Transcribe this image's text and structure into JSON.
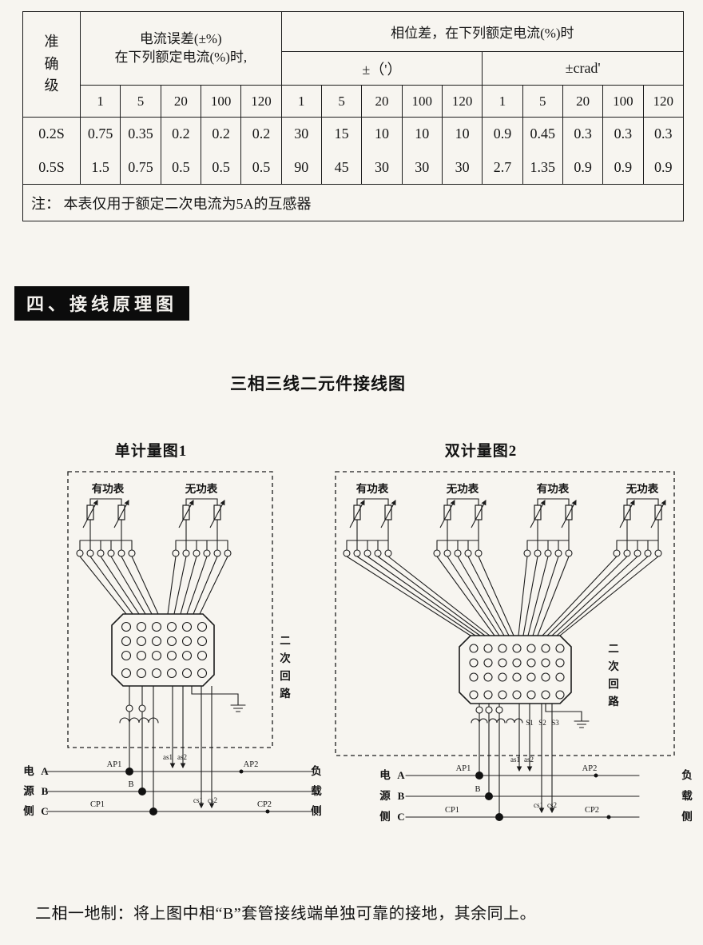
{
  "page": {
    "background": "#f7f5f0",
    "ink": "#1a1a1a"
  },
  "table": {
    "accuracy_header": "准\n确\n级",
    "current_error_header": "电流误差(±%)\n在下列额定电流(%)时,",
    "phase_header": "相位差，在下列额定电流(%)时",
    "minutes_header": "±（'）",
    "crad_header": "±crad'",
    "percent": [
      "1",
      "5",
      "20",
      "100",
      "120"
    ],
    "rows": [
      {
        "accuracy": "0.2S",
        "ce": [
          "0.75",
          "0.35",
          "0.2",
          "0.2",
          "0.2"
        ],
        "min": [
          "30",
          "15",
          "10",
          "10",
          "10"
        ],
        "crad": [
          "0.9",
          "0.45",
          "0.3",
          "0.3",
          "0.3"
        ]
      },
      {
        "accuracy": "0.5S",
        "ce": [
          "1.5",
          "0.75",
          "0.5",
          "0.5",
          "0.5"
        ],
        "min": [
          "90",
          "45",
          "30",
          "30",
          "30"
        ],
        "crad": [
          "2.7",
          "1.35",
          "0.9",
          "0.9",
          "0.9"
        ]
      }
    ],
    "note": "注： 本表仅用于额定二次电流为5A的互感器"
  },
  "section_heading": "四、接线原理图",
  "diagram": {
    "title": "三相三线二元件接线图",
    "left": {
      "caption": "单计量图1",
      "meters": [
        "有功表",
        "无功表"
      ],
      "loop": [
        "二",
        "次",
        "回",
        "路"
      ],
      "src": [
        "电",
        "源",
        "侧"
      ],
      "phases": [
        "A",
        "B",
        "C"
      ],
      "load": [
        "负",
        "载",
        "侧"
      ],
      "t": {
        "AP1": "AP1",
        "AP2": "AP2",
        "B": "B",
        "CP1": "CP1",
        "CP2": "CP2",
        "as1": "as1",
        "as2": "as2",
        "cs1": "cs1",
        "cs2": "cs2"
      }
    },
    "right": {
      "caption": "双计量图2",
      "meters": [
        "有功表",
        "无功表",
        "有功表",
        "无功表"
      ],
      "loop": [
        "二",
        "次",
        "回",
        "路"
      ],
      "src": [
        "电",
        "源",
        "侧"
      ],
      "phases": [
        "A",
        "B",
        "C"
      ],
      "load": [
        "负",
        "载",
        "侧"
      ],
      "s": [
        "S1",
        "S2",
        "S3"
      ],
      "t": {
        "AP1": "AP1",
        "AP2": "AP2",
        "B": "B",
        "CP1": "CP1",
        "CP2": "CP2",
        "as1": "as1",
        "as2": "as2",
        "cs1": "cs1",
        "cs2": "cs2"
      }
    }
  },
  "footer": "二相一地制：将上图中相“B”套管接线端单独可靠的接地，其余同上。"
}
